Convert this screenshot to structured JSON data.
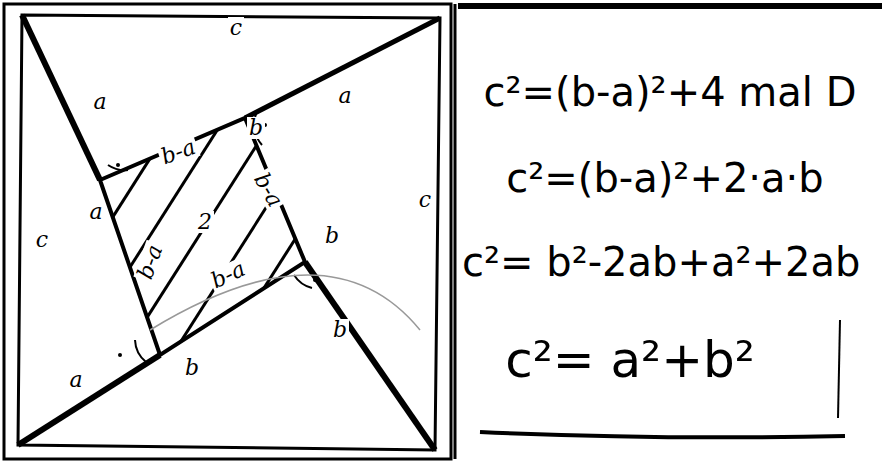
{
  "diagram": {
    "labels": [
      "c",
      "a",
      "b",
      "a",
      "b-a",
      "a",
      "c",
      "c",
      "b",
      "b-a",
      "2",
      "b-a",
      "b-a",
      "b",
      "a",
      "b",
      "c²=(b-a)²+4 mal D",
      "c²=(b-a)²+2·a·b",
      "c²= b²-2ab+a²+2ab",
      "c²= a²+b²"
    ]
  }
}
